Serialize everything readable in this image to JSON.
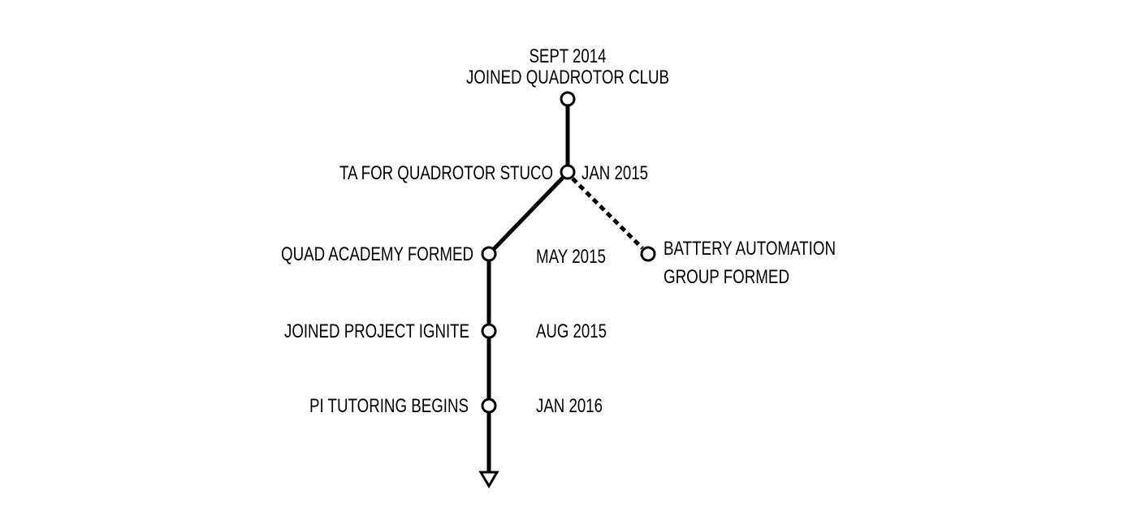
{
  "diagram": {
    "start": {
      "date": "SEPT 2014",
      "event": "JOINED QUADROTOR CLUB"
    },
    "branch_point": {
      "event": "TA FOR QUADROTOR STUCO",
      "date": "JAN 2015"
    },
    "main_line": [
      {
        "event": "QUAD ACADEMY FORMED",
        "date": "MAY 2015"
      },
      {
        "event": "JOINED PROJECT IGNITE",
        "date": "AUG 2015"
      },
      {
        "event": "PI TUTORING BEGINS",
        "date": "JAN 2016"
      }
    ],
    "side_branch": {
      "event_line1": "BATTERY AUTOMATION",
      "event_line2": "GROUP FORMED",
      "style": "dashed"
    },
    "continues": "arrow-down",
    "colors": {
      "line": "#000000",
      "node_fill": "#ffffff",
      "background": "#ffffff"
    }
  }
}
